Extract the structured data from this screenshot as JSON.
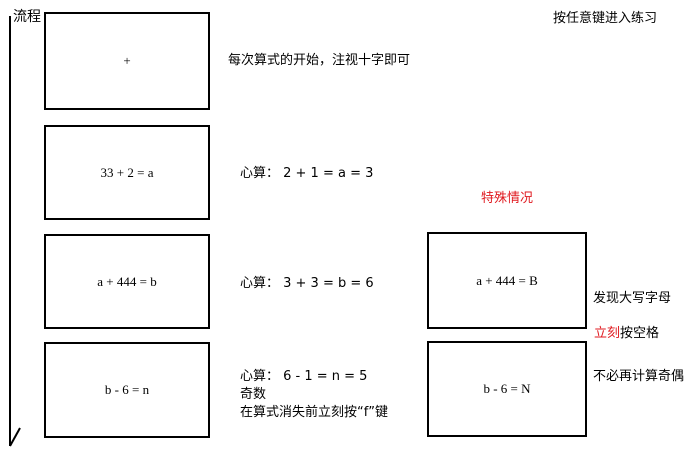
{
  "header": {
    "flow_label": "流程",
    "hint": "按任意键进入练习"
  },
  "steps": [
    {
      "box_text": "+",
      "note": "每次算式的开始，注视十字即可"
    },
    {
      "box_text": "33 + 2 = a",
      "note": "心算：  2 + 1 = a = 3"
    },
    {
      "box_text": "a + 444 = b",
      "note": "心算：  3 + 3 = b = 6"
    },
    {
      "box_text": "b - 6 = n",
      "note_lines": [
        "心算：  6 - 1 = n = 5",
        "奇数",
        "在算式消失前立刻按“f”键"
      ]
    }
  ],
  "special": {
    "title": "特殊情况",
    "box1_text": "a + 444 = B",
    "note1": "发现大写字母",
    "note2_red": "立刻",
    "note2_rest": "按空格",
    "box2_text": "b - 6 = N",
    "note3": "不必再计算奇偶"
  },
  "colors": {
    "accent_red": "#e0191f"
  }
}
